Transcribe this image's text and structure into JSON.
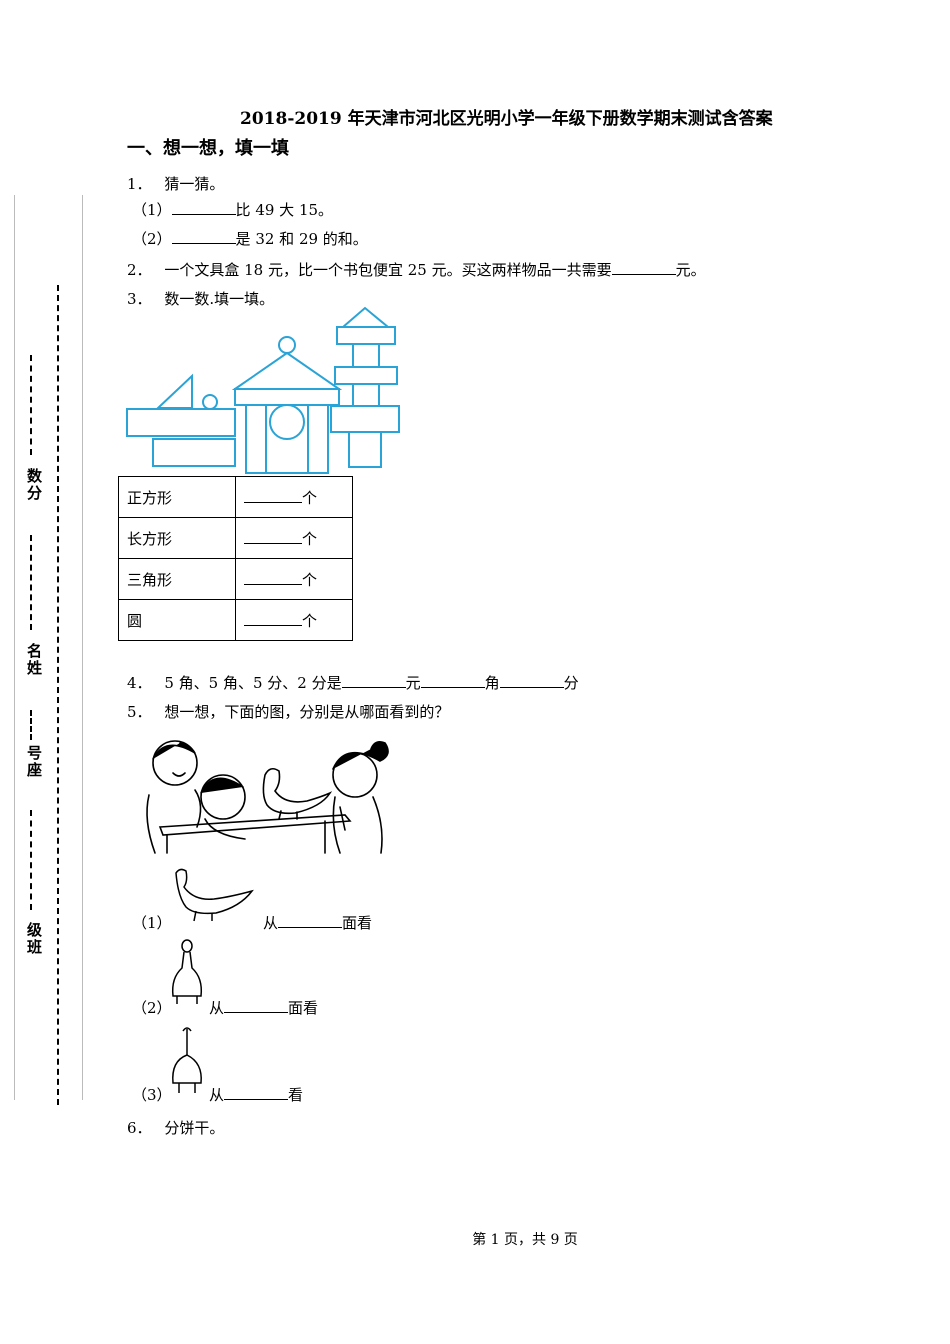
{
  "title": "2018-2019 年天津市河北区光明小学一年级下册数学期末测试含答案",
  "section": "一、想一想，填一填",
  "sidebar": {
    "labels": [
      "数分",
      "名姓",
      "号座",
      "级班"
    ]
  },
  "q1": {
    "num": "1．",
    "text": "猜一猜。",
    "sub1_pre": "（1）",
    "sub1_post": "比 49 大 15。",
    "sub2_pre": "（2）",
    "sub2_post": "是 32 和 29 的和。"
  },
  "q2": {
    "num": "2．",
    "text": "一个文具盒 18 元，比一个书包便宜 25 元。买这两样物品一共需要",
    "post": "元。"
  },
  "q3": {
    "num": "3．",
    "text": "数一数.填一填。",
    "rows": [
      {
        "name": "正方形",
        "unit": "个"
      },
      {
        "name": "长方形",
        "unit": "个"
      },
      {
        "name": "三角形",
        "unit": "个"
      },
      {
        "name": "圆",
        "unit": "个"
      }
    ]
  },
  "q4": {
    "num": "4．",
    "text": "5 角、5 角、5 分、2 分是",
    "u1": "元",
    "u2": "角",
    "u3": "分"
  },
  "q5": {
    "num": "5．",
    "text": "想一想，下面的图，分别是从哪面看到的？",
    "v1_pre": "（1）",
    "v1_from": "从",
    "v1_post": "面看",
    "v2_pre": "（2）",
    "v2_from": "从",
    "v2_post": "面看",
    "v3_pre": "（3）",
    "v3_from": "从",
    "v3_post": "看"
  },
  "q6": {
    "num": "6．",
    "text": "分饼干。"
  },
  "footer": "第 1 页，共 9 页",
  "colors": {
    "blocks": "#2aa3d6"
  }
}
